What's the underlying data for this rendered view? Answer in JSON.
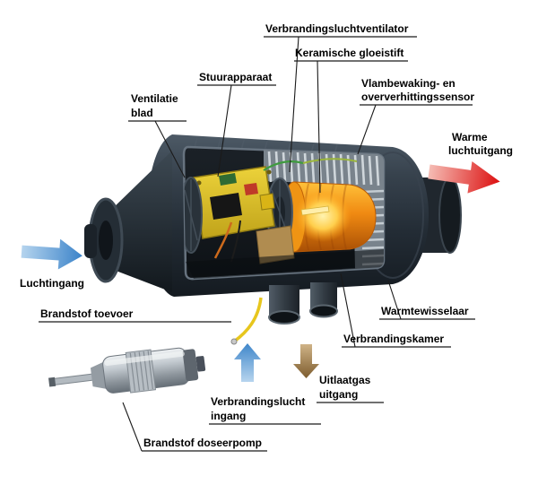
{
  "figure": {
    "type": "technical-cutaway-diagram",
    "subject": "Standkachel (parking heater) cutaway met brandstof doseerpomp",
    "labels": {
      "combustion_air_fan": "Verbrandingsluchtventilator",
      "ceramic_glow_pin": "Keramische gloeistift",
      "control_unit": "Stuurapparaat",
      "flame_sensor_line1": "Vlambewaking- en",
      "flame_sensor_line2": "oververhittingssensor",
      "ventilation_blade_line1": "Ventilatie",
      "ventilation_blade_line2": "blad",
      "warm_air_out_line1": "Warme",
      "warm_air_out_line2": "luchtuitgang",
      "air_inlet": "Luchtingang",
      "fuel_supply": "Brandstof toevoer",
      "heat_exchanger": "Warmtewisselaar",
      "combustion_chamber": "Verbrandingskamer",
      "exhaust_out_line1": "Uitlaatgas",
      "exhaust_out_line2": "uitgang",
      "combustion_air_in_line1": "Verbrandingslucht",
      "combustion_air_in_line2": "ingang",
      "fuel_pump": "Brandstof doseerpomp"
    },
    "arrows": {
      "air_inlet": {
        "direction": "right",
        "color": "#3d86cc"
      },
      "warm_air_out": {
        "direction": "right",
        "color": "#dc0f0f"
      },
      "exhaust_out": {
        "direction": "down",
        "color": "#8a6a3a"
      },
      "combustion_air_in": {
        "direction": "up",
        "color": "#3f86ca"
      }
    },
    "colors": {
      "background": "#ffffff",
      "label_text": "#000000",
      "leader_line": "#1a1a1a",
      "casing": "#2a333d",
      "combustion_chamber": "#f07f12",
      "glow": "#ffd24a",
      "control_board": "#ddbf25",
      "heat_exchanger_fins": "#b6bec5",
      "fuel_line": "#e7c61d",
      "pump_metal": "#c3cad0"
    }
  }
}
